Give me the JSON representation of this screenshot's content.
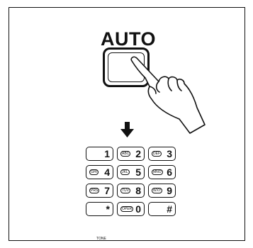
{
  "auto_button": {
    "label": "AUTO"
  },
  "keypad": {
    "keys": [
      {
        "digit": "1",
        "letters": ""
      },
      {
        "digit": "2",
        "letters": "ABC"
      },
      {
        "digit": "3",
        "letters": "DEF"
      },
      {
        "digit": "4",
        "letters": "GHI"
      },
      {
        "digit": "5",
        "letters": "JKL"
      },
      {
        "digit": "6",
        "letters": "MNO"
      },
      {
        "digit": "7",
        "letters": "PRS"
      },
      {
        "digit": "8",
        "letters": "TUV"
      },
      {
        "digit": "9",
        "letters": "WXY"
      },
      {
        "digit": "*",
        "letters": ""
      },
      {
        "digit": "0",
        "letters": "OPER"
      },
      {
        "digit": "#",
        "letters": ""
      }
    ],
    "star_sublabel": "TONE"
  },
  "icons": {
    "hand": "pointing-hand-icon",
    "arrow": "down-arrow-icon"
  },
  "colors": {
    "ink": "#111111",
    "background": "#ffffff"
  }
}
